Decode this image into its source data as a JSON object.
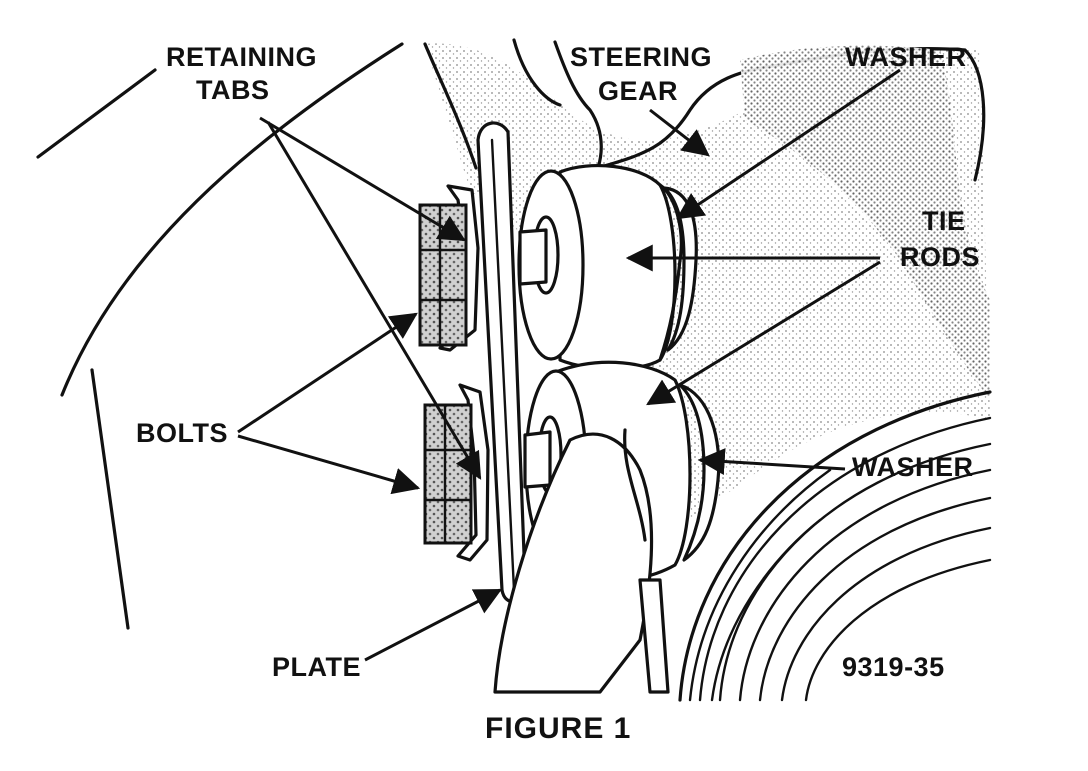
{
  "figure": {
    "caption": "FIGURE 1",
    "code": "9319-35",
    "labels": {
      "retaining_tabs_line1": "RETAINING",
      "retaining_tabs_line2": "TABS",
      "steering_gear_line1": "STEERING",
      "steering_gear_line2": "GEAR",
      "washer_top": "WASHER",
      "tie_rods_line1": "TIE",
      "tie_rods_line2": "RODS",
      "bolts": "BOLTS",
      "washer_bottom": "WASHER",
      "plate": "PLATE"
    }
  },
  "colors": {
    "ink": "#111111",
    "paper": "#ffffff",
    "stipple": "#8a8a8a"
  }
}
